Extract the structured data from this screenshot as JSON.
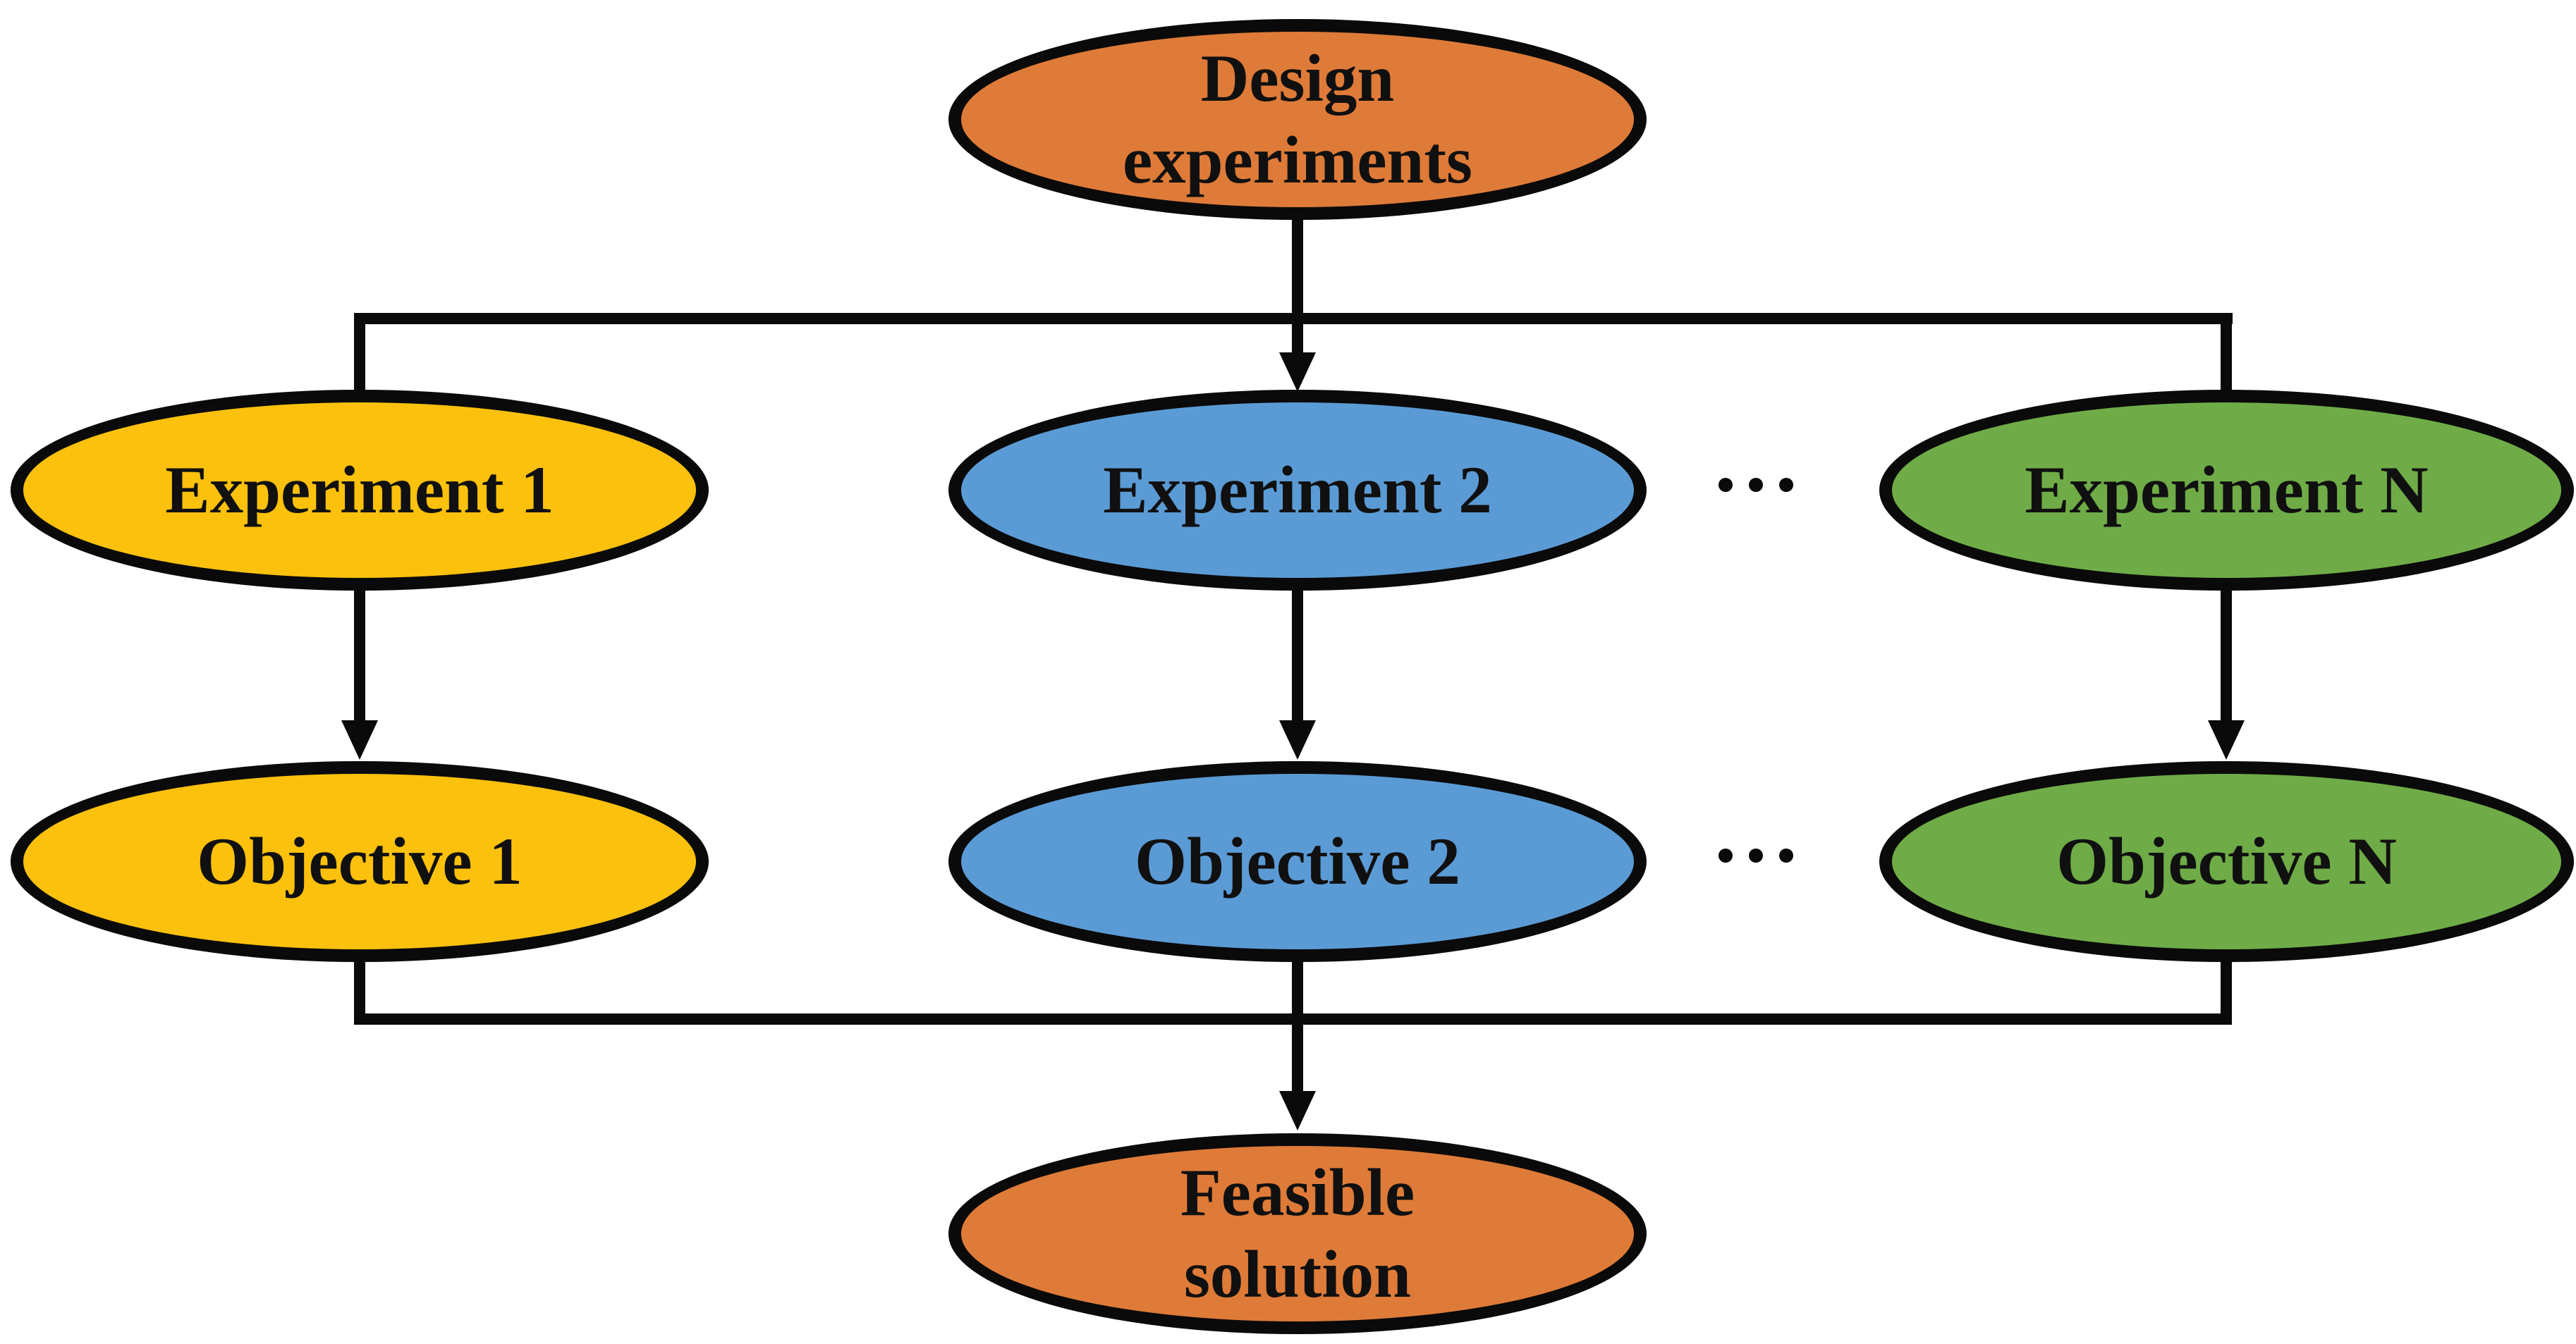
{
  "canvas": {
    "background": "#ffffff",
    "stroke_color": "#0a0a0a",
    "text_color": "#101010"
  },
  "nodes": {
    "design_experiments": {
      "line1": "Design",
      "line2": "experiments",
      "fill": "#DF7B38"
    },
    "experiment_1": {
      "label": "Experiment 1",
      "fill": "#FCC10D"
    },
    "experiment_2": {
      "label": "Experiment 2",
      "fill": "#5B9BD5"
    },
    "experiment_n": {
      "label": "Experiment N",
      "fill": "#6FAC47"
    },
    "objective_1": {
      "label": "Objective 1",
      "fill": "#FCC10D"
    },
    "objective_2": {
      "label": "Objective 2",
      "fill": "#5B9BD5"
    },
    "objective_n": {
      "label": "Objective N",
      "fill": "#6FAC47"
    },
    "feasible_solution": {
      "line1": "Feasible",
      "line2": "solution",
      "fill": "#DF7B38"
    }
  },
  "icons": {
    "experiments_row_ellipsis": "horizontal-ellipsis",
    "objectives_row_ellipsis": "horizontal-ellipsis"
  },
  "edges": [
    "design_experiments -> experiment_1",
    "design_experiments -> experiment_2 (arrow)",
    "design_experiments -> experiment_n",
    "experiment_1 -> objective_1 (arrow)",
    "experiment_2 -> objective_2 (arrow)",
    "experiment_n -> objective_n (arrow)",
    "objective_1 -> feasible_solution",
    "objective_2 -> feasible_solution (arrow)",
    "objective_n -> feasible_solution"
  ]
}
